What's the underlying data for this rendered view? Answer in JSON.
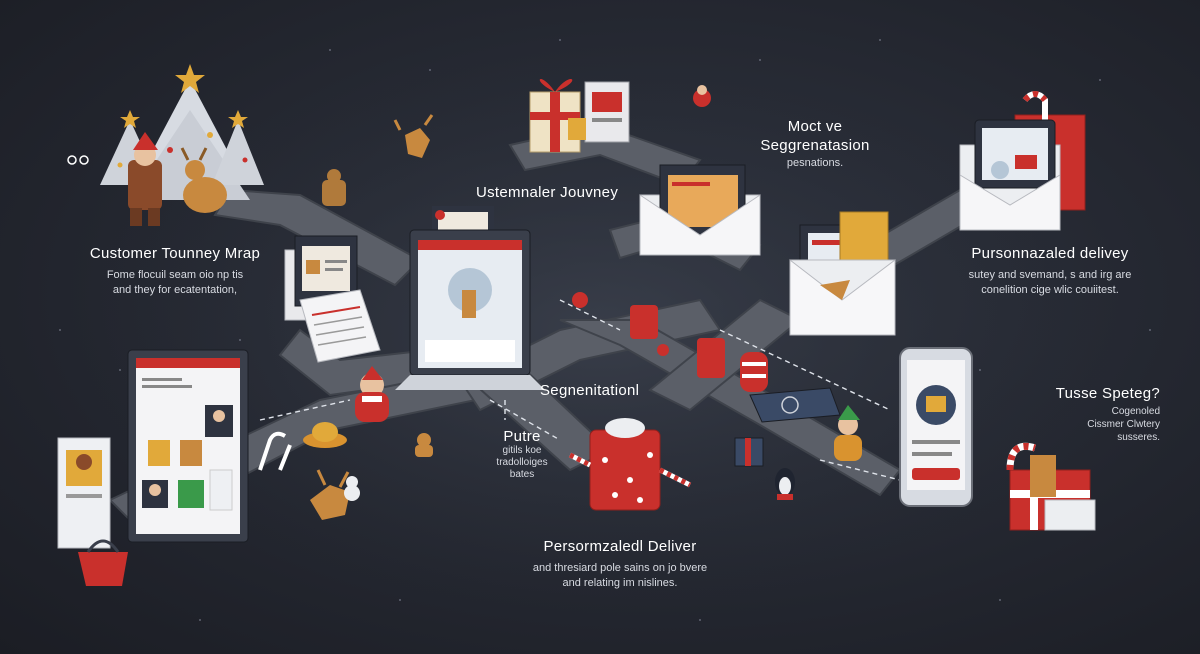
{
  "colors": {
    "background": "#262a33",
    "path": "#5b5f68",
    "path_edge": "#3f434b",
    "accent_red": "#c9302c",
    "paper": "#eeeeee",
    "text": "#ffffff"
  },
  "labels": {
    "customer_journey_map": {
      "title": "Customer Tounney Mrap",
      "lines": [
        "Fome flocuil seam oio np tis",
        "and they for ecatentation,"
      ]
    },
    "moct_ve": {
      "title1": "Moct ve",
      "title2": "Seggrenatasion",
      "line": "pesnations."
    },
    "ustemnaler_journey": {
      "title": "Ustemnaler Jouvney"
    },
    "persunnazaled_delivey": {
      "title": "Pursonnazaled delivey",
      "lines": [
        "sutey and svemand, s and irg are",
        "conelition cige wlic couiitest."
      ]
    },
    "segmentation": {
      "title": "Segnenitationl"
    },
    "putre": {
      "title": "Putre",
      "lines": [
        "gitils koe",
        "tradolloiges",
        "bates"
      ]
    },
    "personalized_deliver": {
      "title": "Persormzaledl Deliver",
      "lines": [
        "and thresiard pole sains on jo bvere",
        "and relating im nislines."
      ]
    },
    "tusse_speteg": {
      "title": "Tusse Speteg?",
      "lines": [
        "Cogenoled",
        "Cissmer Clwtery",
        "susseres."
      ]
    }
  }
}
